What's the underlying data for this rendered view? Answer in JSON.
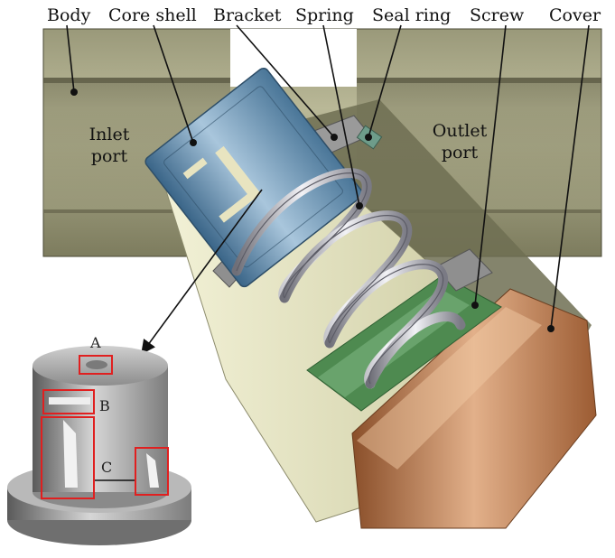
{
  "labels": {
    "body": "Body",
    "core_shell": "Core shell",
    "bracket": "Bracket",
    "spring": "Spring",
    "seal_ring": "Seal ring",
    "screw": "Screw",
    "cover": "Cover"
  },
  "ports": {
    "inlet_line1": "Inlet",
    "inlet_line2": "port",
    "outlet_line1": "Outlet",
    "outlet_line2": "port"
  },
  "detail_markers": {
    "a": "A",
    "b": "B",
    "c": "C"
  },
  "colors": {
    "body": "#8c8b6c",
    "body_dark": "#5f5e45",
    "bore": "#e6e5c4",
    "core_shell": "#5e88aa",
    "bracket": "#8f8f8f",
    "seal_ring": "#6e9c8a",
    "screw": "#4e8a50",
    "cover": "#b8794c",
    "spring": "#c4c4cc",
    "marker": "#e02020"
  }
}
